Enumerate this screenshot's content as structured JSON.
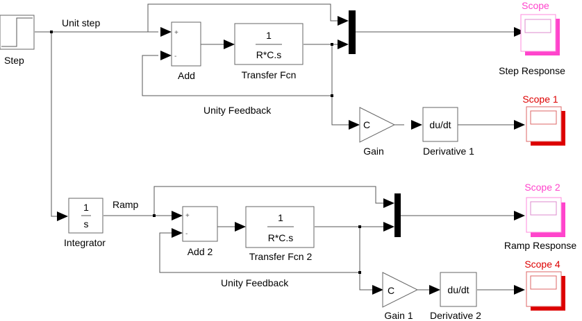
{
  "diagram": {
    "type": "simulink-block-diagram",
    "colors": {
      "wire": "#555555",
      "block_border": "#666666",
      "scope_pink": "#ff44cc",
      "scope_red": "#dd0000",
      "mux_fill": "#000000"
    },
    "signal_labels": {
      "unit_step": "Unit step",
      "ramp": "Ramp",
      "feedback_top": "Unity Feedback",
      "feedback_bottom": "Unity Feedback"
    },
    "blocks": {
      "step": {
        "name": "Step",
        "icon": "step-waveform-icon"
      },
      "add": {
        "name": "Add",
        "signs": [
          "+",
          "-"
        ]
      },
      "tf": {
        "name": "Transfer Fcn",
        "numerator": "1",
        "denominator": "R*C.s"
      },
      "gain": {
        "name": "Gain",
        "value": "C"
      },
      "deriv1": {
        "name": "Derivative  1",
        "text": "du/dt"
      },
      "scope": {
        "title": "Scope",
        "name": "Step Response",
        "color": "pink"
      },
      "scope1": {
        "title": "Scope 1",
        "name": "",
        "color": "red"
      },
      "integrator": {
        "name": "Integrator",
        "numerator": "1",
        "denominator": "s"
      },
      "add2": {
        "name": "Add 2",
        "signs": [
          "+",
          "-"
        ]
      },
      "tf2": {
        "name": "Transfer Fcn 2",
        "numerator": "1",
        "denominator": "R*C.s"
      },
      "gain1": {
        "name": "Gain 1",
        "value": "C"
      },
      "deriv2": {
        "name": "Derivative  2",
        "text": "du/dt"
      },
      "scope2": {
        "title": "Scope 2",
        "name": "Ramp Response",
        "color": "pink"
      },
      "scope4": {
        "title": "Scope 4",
        "name": "",
        "color": "red"
      }
    }
  }
}
